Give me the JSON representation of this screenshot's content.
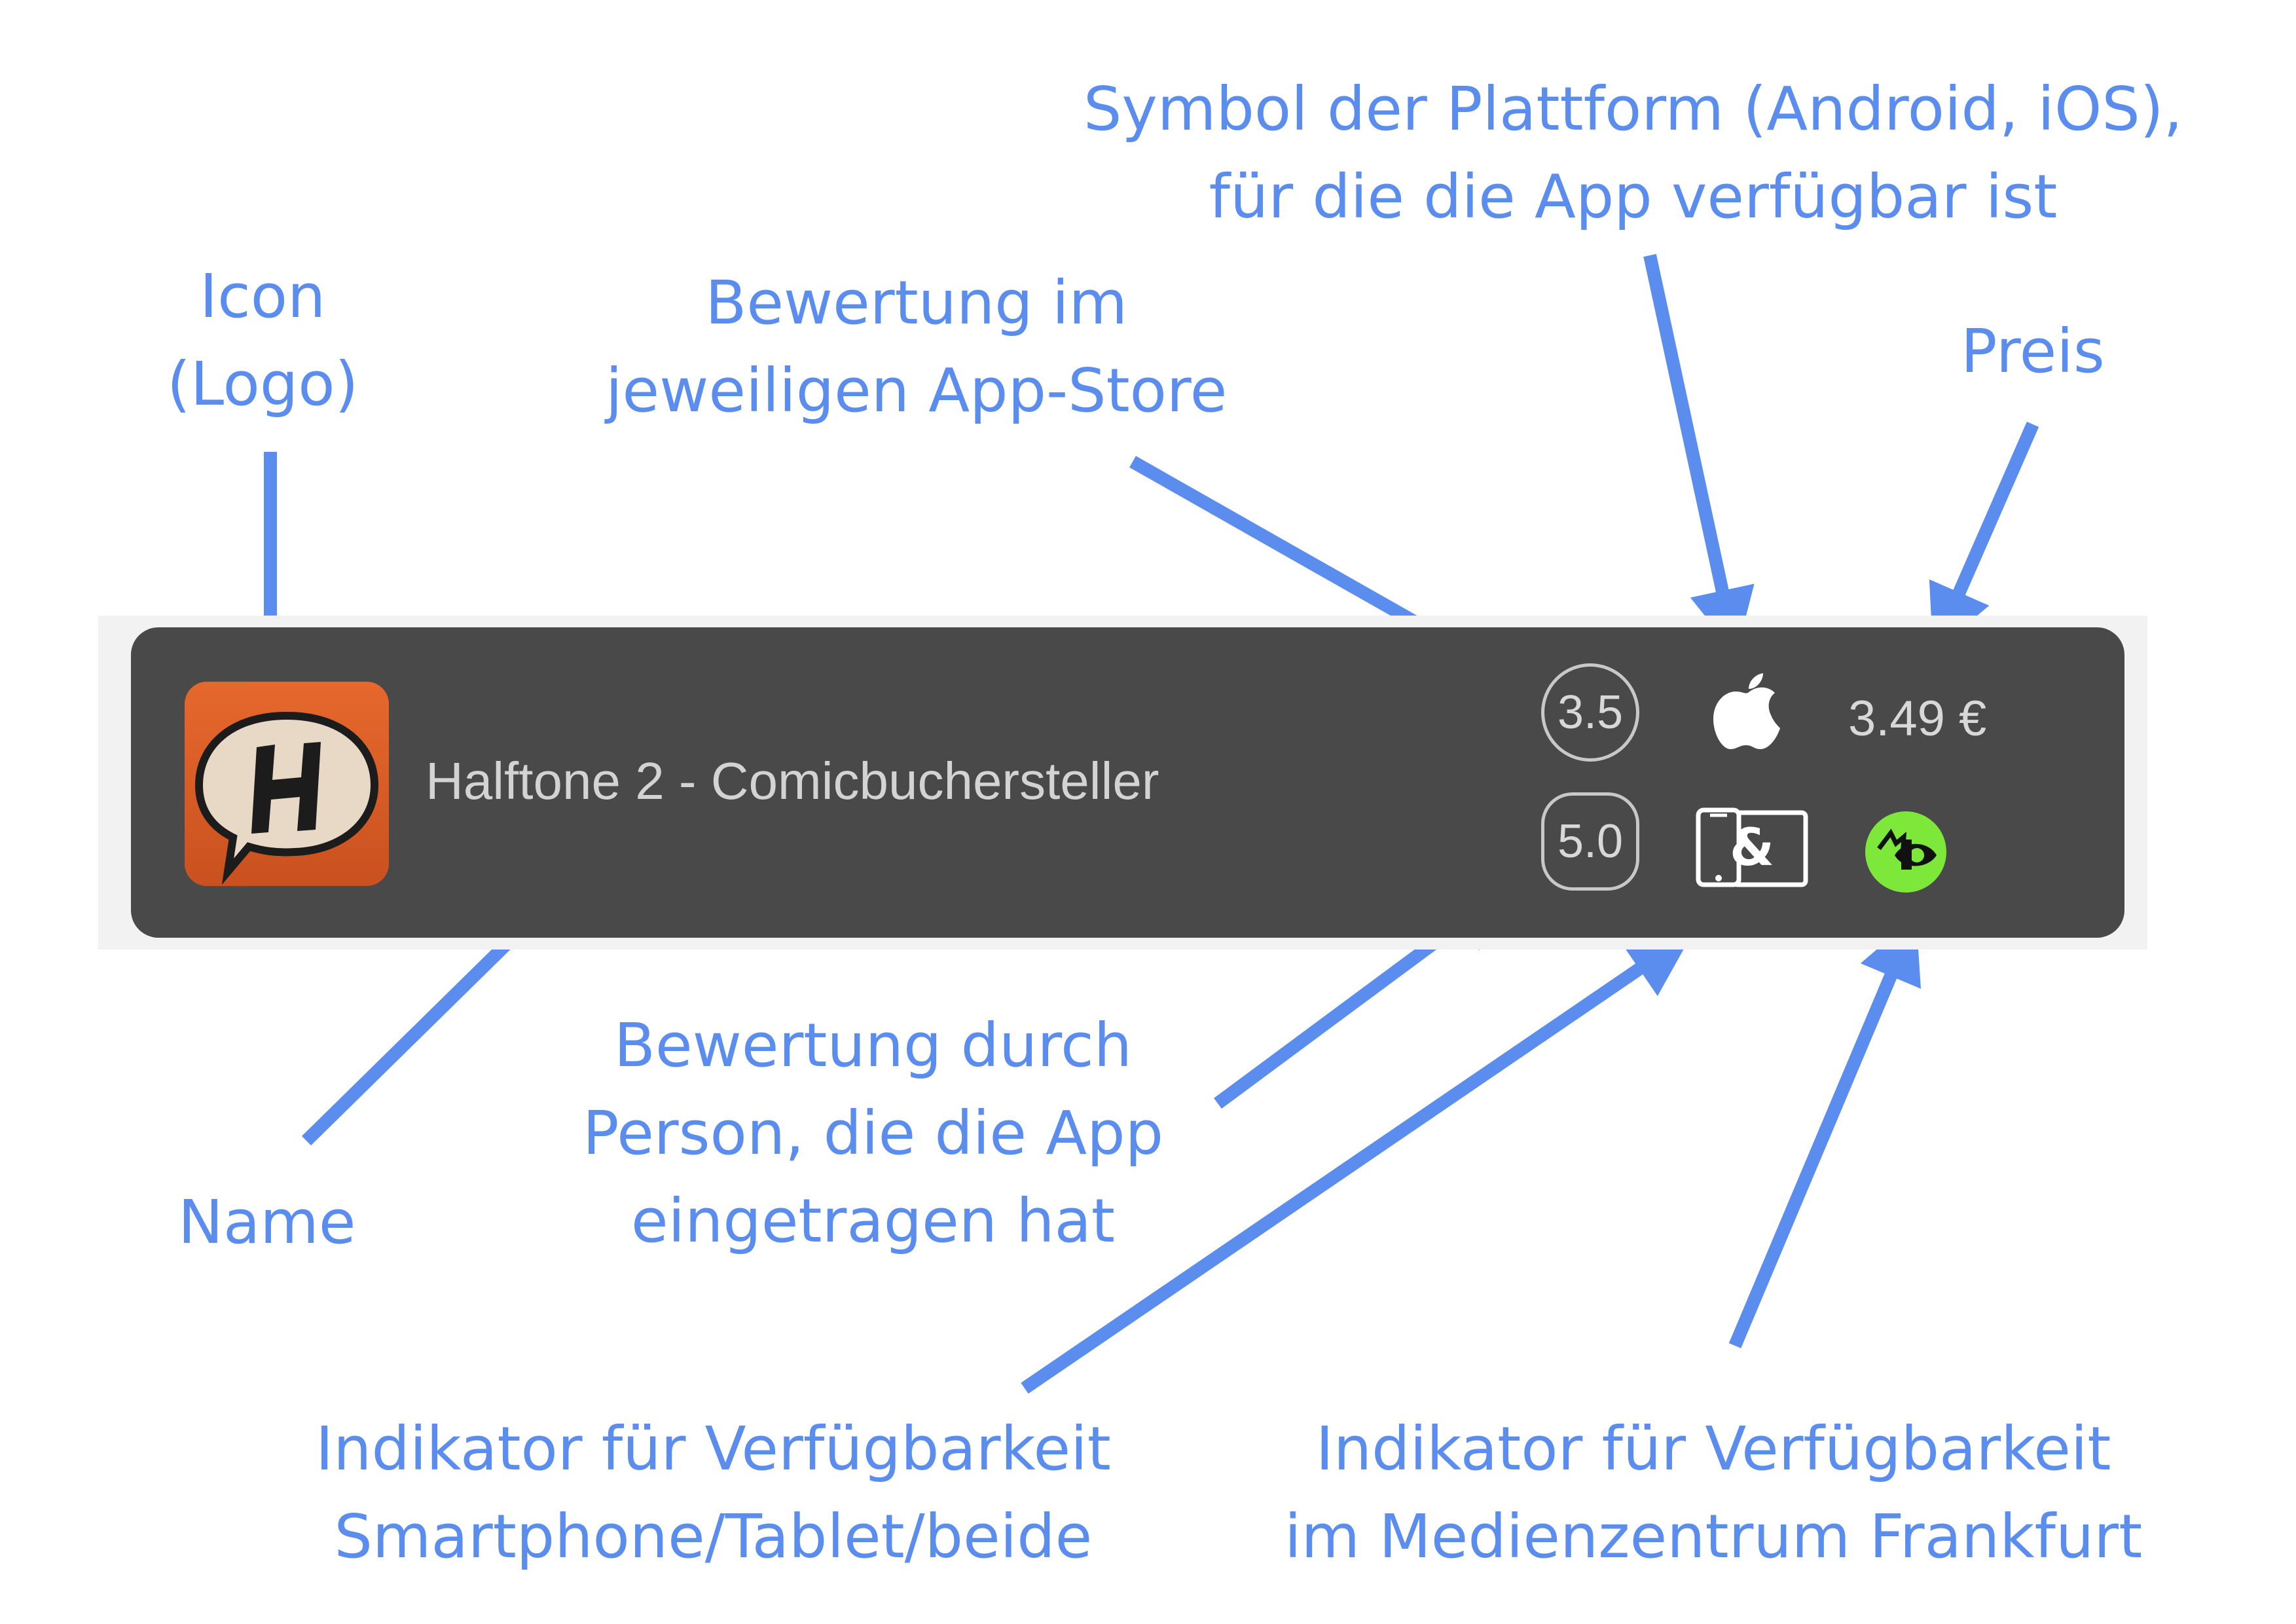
{
  "annotations": {
    "icon": [
      "Icon",
      "(Logo)"
    ],
    "store_rating": [
      "Bewertung im",
      "jeweiligen App-Store"
    ],
    "platform": [
      "Symbol der Plattform (Android, iOS),",
      "für die die App verfügbar ist"
    ],
    "price": [
      "Preis"
    ],
    "name": [
      "Name"
    ],
    "user_rating": [
      "Bewertung durch",
      "Person, die die App",
      "eingetragen hat"
    ],
    "device_indicator": [
      "Indikator für Verfügbarkeit",
      "Smartphone/Tablet/beide"
    ],
    "medien_indicator": [
      "Indikator für Verfügbarkeit",
      "im Medienzentrum Frankfurt"
    ]
  },
  "app": {
    "name": "Halftone 2 - Comicbuchersteller",
    "store_rating": "3.5",
    "user_rating": "5.0",
    "price": "3.49 €",
    "platform_icon": "apple-icon",
    "device_icon": "smartphone-and-tablet-icon",
    "medien_icon": "medienzentrum-eye-icon",
    "logo_icon": "halftone-speech-bubble-logo"
  },
  "colors": {
    "annotation": "#5b8def",
    "card": "#494949",
    "app_icon": "#e3652b",
    "medien_badge": "#7ee83a"
  }
}
